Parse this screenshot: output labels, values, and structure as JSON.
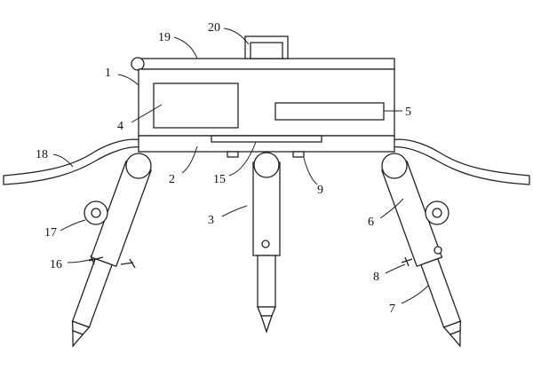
{
  "labels": {
    "l1": "1",
    "l2": "2",
    "l3": "3",
    "l4": "4",
    "l5": "5",
    "l6": "6",
    "l7": "7",
    "l8": "8",
    "l9": "9",
    "l15": "15",
    "l16": "16",
    "l17": "17",
    "l18": "18",
    "l19": "19",
    "l20": "20"
  }
}
